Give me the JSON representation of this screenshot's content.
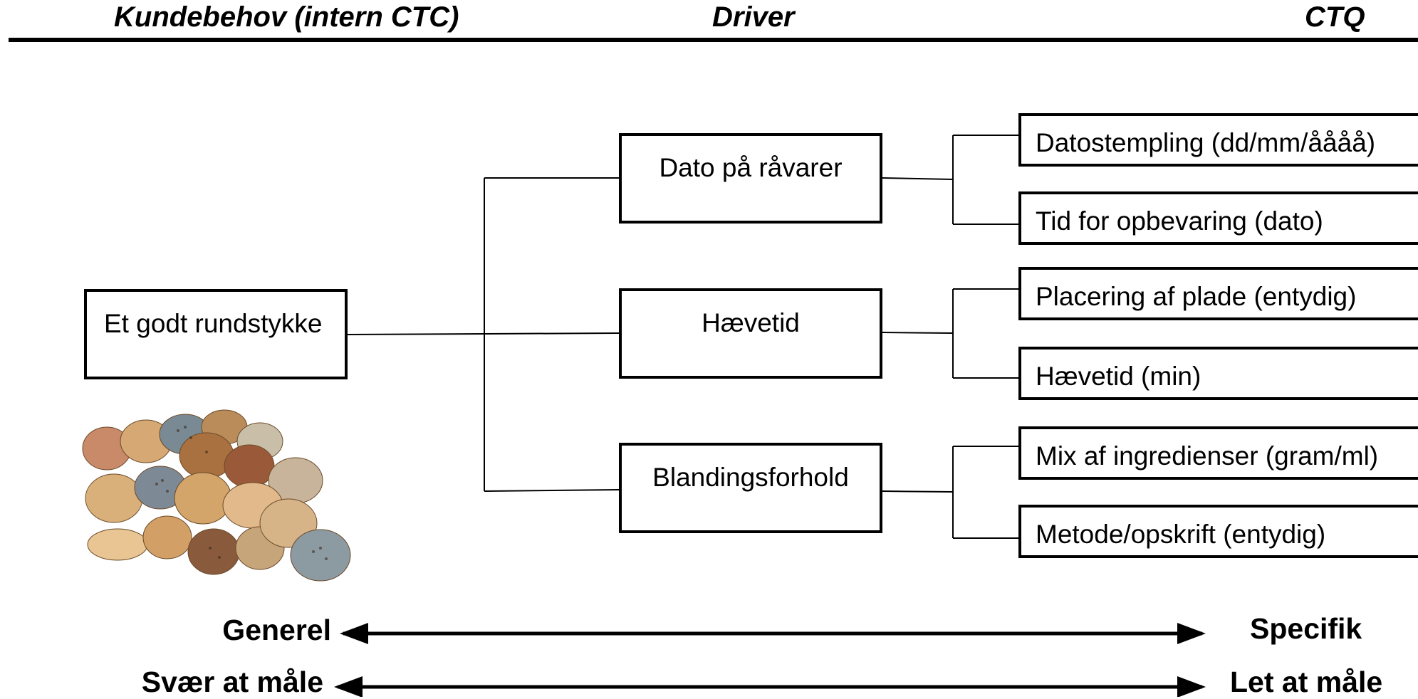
{
  "headers": {
    "left": "Kundebehov (intern CTC)",
    "middle": "Driver",
    "right": "CTQ"
  },
  "need": {
    "label": "Et godt rundstykke"
  },
  "drivers": [
    {
      "label": "Dato på råvarer"
    },
    {
      "label": "Hævetid"
    },
    {
      "label": "Blandingsforhold"
    }
  ],
  "ctqs": [
    {
      "label": "Datostempling (dd/mm/åååå)"
    },
    {
      "label": "Tid for opbevaring (dato)"
    },
    {
      "label": "Placering af plade (entydig)"
    },
    {
      "label": "Hævetid (min)"
    },
    {
      "label": "Mix af ingredienser (gram/ml)"
    },
    {
      "label": "Metode/opskrift (entydig)"
    }
  ],
  "scales": [
    {
      "left": "Generel",
      "right": "Specifik"
    },
    {
      "left": "Svær at måle",
      "right": "Let at måle"
    }
  ],
  "illustration": {
    "icon": "bread-rolls-image"
  }
}
